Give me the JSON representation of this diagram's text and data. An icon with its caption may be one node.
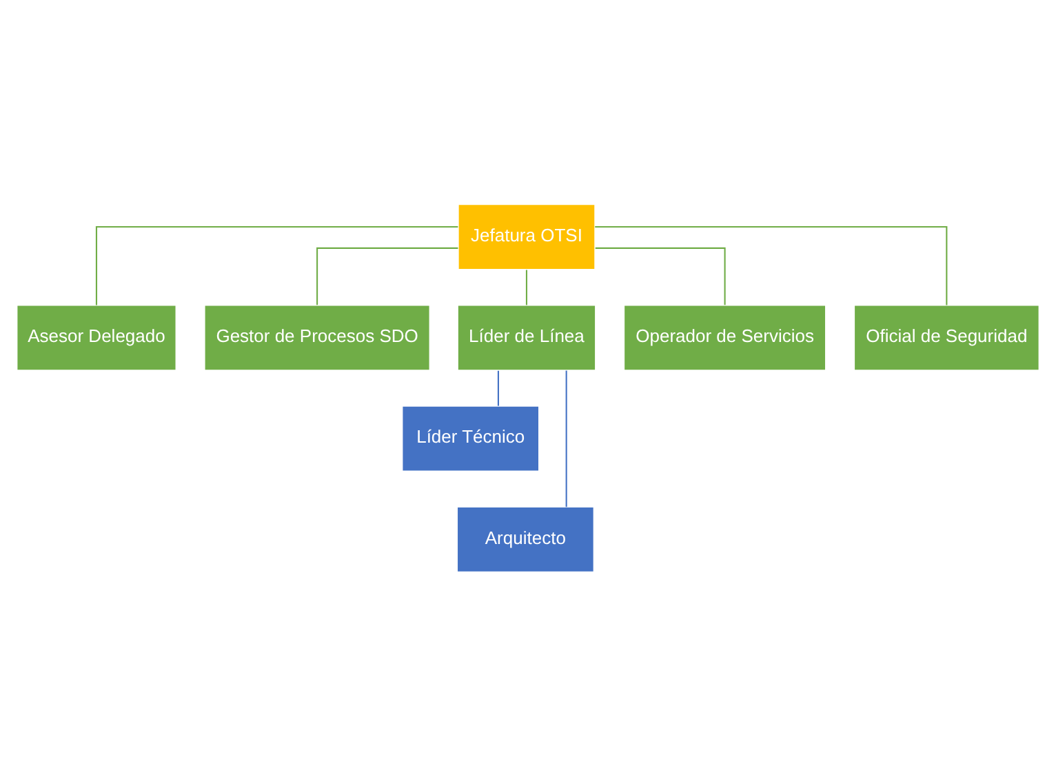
{
  "diagram": {
    "nodes": [
      {
        "text": [
          "Jefatura OTSI"
        ]
      },
      {
        "text": [
          "Asesor Delegado"
        ]
      },
      {
        "text": [
          "Gestor de Procesos SDO"
        ]
      },
      {
        "text": [
          "Líder de Línea"
        ]
      },
      {
        "text": [
          "Operador de Servicios"
        ]
      },
      {
        "text": [
          "Oficial de Seguridad"
        ]
      },
      {
        "text": [
          "Líder Técnico"
        ]
      },
      {
        "text": [
          "Arquitecto"
        ]
      }
    ],
    "edges": [
      {
        "from": 0,
        "to": 1,
        "arrow": "none"
      },
      {
        "from": 0,
        "to": 2,
        "arrow": "none"
      },
      {
        "from": 0,
        "to": 3,
        "arrow": "none"
      },
      {
        "from": 0,
        "to": 4,
        "arrow": "none"
      },
      {
        "from": 0,
        "to": 5,
        "arrow": "none"
      },
      {
        "from": 3,
        "to": 6,
        "arrow": "none",
        "color": "#4472c4"
      },
      {
        "from": 3,
        "to": 7,
        "arrow": "none",
        "color": "#4472c4"
      }
    ]
  }
}
